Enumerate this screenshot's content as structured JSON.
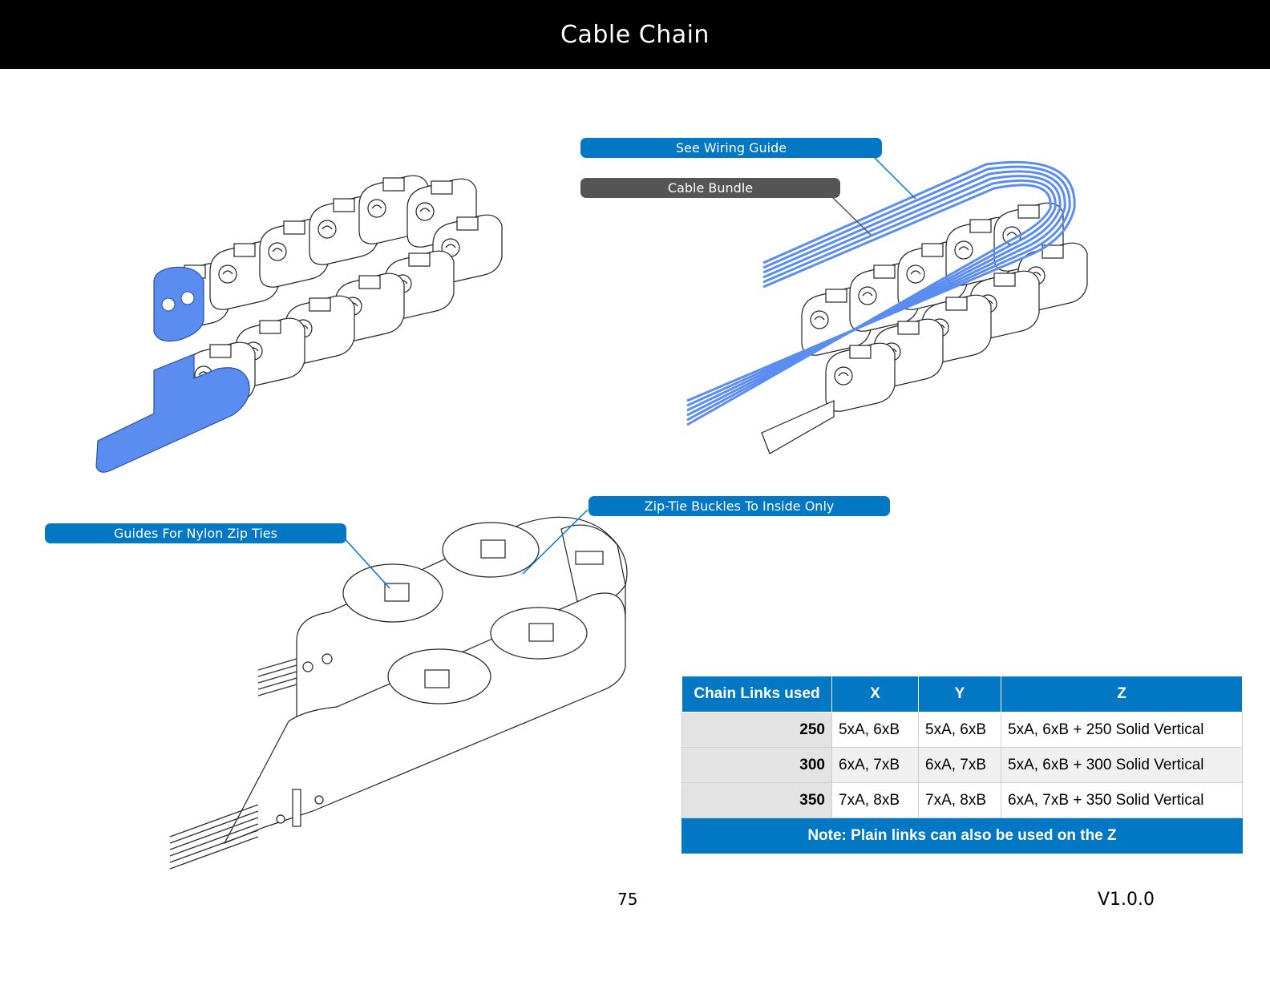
{
  "header": {
    "title": "Cable Chain"
  },
  "callouts": {
    "wiring_guide": "See Wiring Guide",
    "cable_bundle": "Cable Bundle",
    "zip_tie_buckles": "Zip-Tie Buckles To Inside Only",
    "nylon_guides": "Guides For Nylon Zip Ties"
  },
  "table": {
    "headers": [
      "Chain Links used",
      "X",
      "Y",
      "Z"
    ],
    "rows": [
      [
        "250",
        "5xA, 6xB",
        "5xA, 6xB",
        "5xA, 6xB + 250 Solid Vertical"
      ],
      [
        "300",
        "6xA, 7xB",
        "6xA, 7xB",
        "5xA, 6xB + 300 Solid Vertical"
      ],
      [
        "350",
        "7xA, 8xB",
        "7xA, 8xB",
        "6xA, 7xB + 350 Solid Vertical"
      ]
    ],
    "note": "Note: Plain links can also be used on the Z"
  },
  "footer": {
    "page_number": "75",
    "version": "V1.0.0"
  },
  "colors": {
    "accent": "#0277c4",
    "highlight": "#5b8df0",
    "header_bg": "#000000",
    "gray_callout": "#555555"
  }
}
